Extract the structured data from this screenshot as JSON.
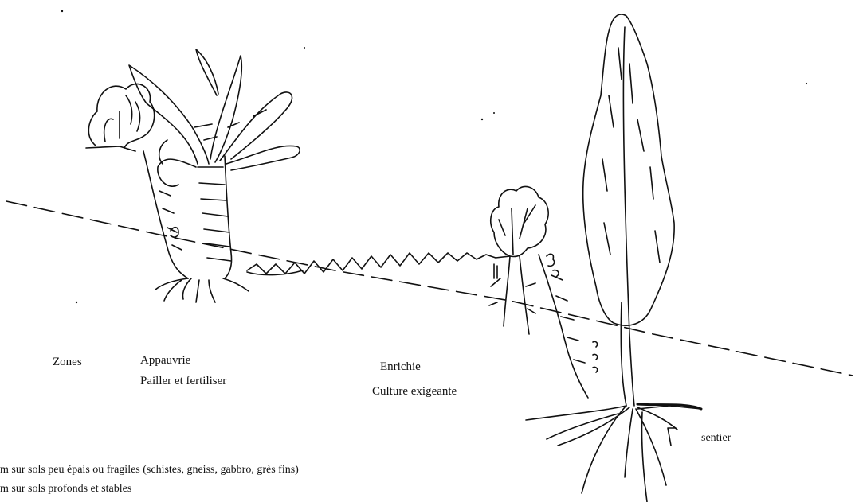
{
  "labels": {
    "zones": "Zones",
    "appauvrie": "Appauvrie",
    "pailler": "Pailler et fertiliser",
    "enrichie": "Enrichie",
    "culture": "Culture exigeante",
    "sentier": "sentier"
  },
  "notes": [
    "m sur sols peu épais ou fragiles (schistes, gneiss, gabbro, grès fins)",
    "m sur sols profonds et stables"
  ]
}
